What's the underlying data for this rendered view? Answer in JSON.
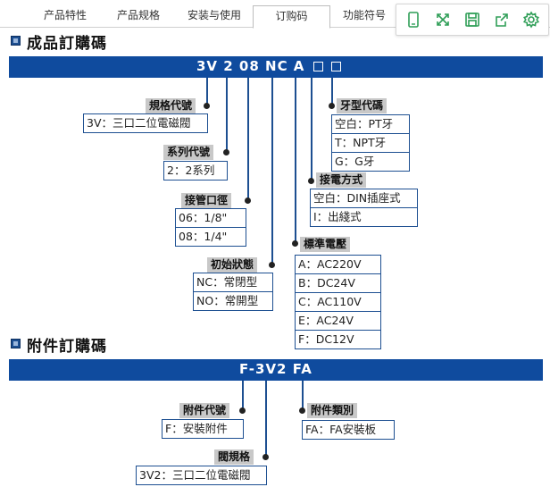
{
  "tabs": [
    {
      "label": "产品特性",
      "active": false
    },
    {
      "label": "产品规格",
      "active": false
    },
    {
      "label": "安装与使用",
      "active": false
    },
    {
      "label": "订购码",
      "active": true
    },
    {
      "label": "功能符号",
      "active": false
    }
  ],
  "toolbar_icons": [
    "mobile-icon",
    "fullscreen-icon",
    "save-icon",
    "share-icon",
    "settings-icon"
  ],
  "section1": {
    "title": "成品訂購碼",
    "code": "3V 2 08 NC A",
    "groups": [
      {
        "label": "規格代號",
        "rows": [
          "3V：三口二位電磁閥"
        ]
      },
      {
        "label": "系列代號",
        "rows": [
          "2：2系列"
        ]
      },
      {
        "label": "接管口徑",
        "rows": [
          "06：1/8\"",
          "08：1/4\""
        ]
      },
      {
        "label": "初始狀態",
        "rows": [
          "NC：常閉型",
          "NO：常開型"
        ]
      },
      {
        "label": "標準電壓",
        "rows": [
          "A：AC220V",
          "B：DC24V",
          "C：AC110V",
          "E：AC24V",
          "F：DC12V"
        ]
      },
      {
        "label": "接電方式",
        "rows": [
          "空白：DIN插座式",
          "I：出綫式"
        ]
      },
      {
        "label": "牙型代碼",
        "rows": [
          "空白：PT牙",
          "T：NPT牙",
          "G：G牙"
        ]
      }
    ]
  },
  "section2": {
    "title": "附件訂購碼",
    "code": "F-3V2 FA",
    "groups": [
      {
        "label": "附件代號",
        "rows": [
          "F：安裝附件"
        ]
      },
      {
        "label": "閥規格",
        "rows": [
          "3V2：三口二位電磁閥"
        ]
      },
      {
        "label": "附件類別",
        "rows": [
          "FA：FA安裝板"
        ]
      }
    ]
  },
  "colors": {
    "bar": "#0f4b9e",
    "border": "#1d4f91",
    "label_bg": "#c8c8c8"
  }
}
